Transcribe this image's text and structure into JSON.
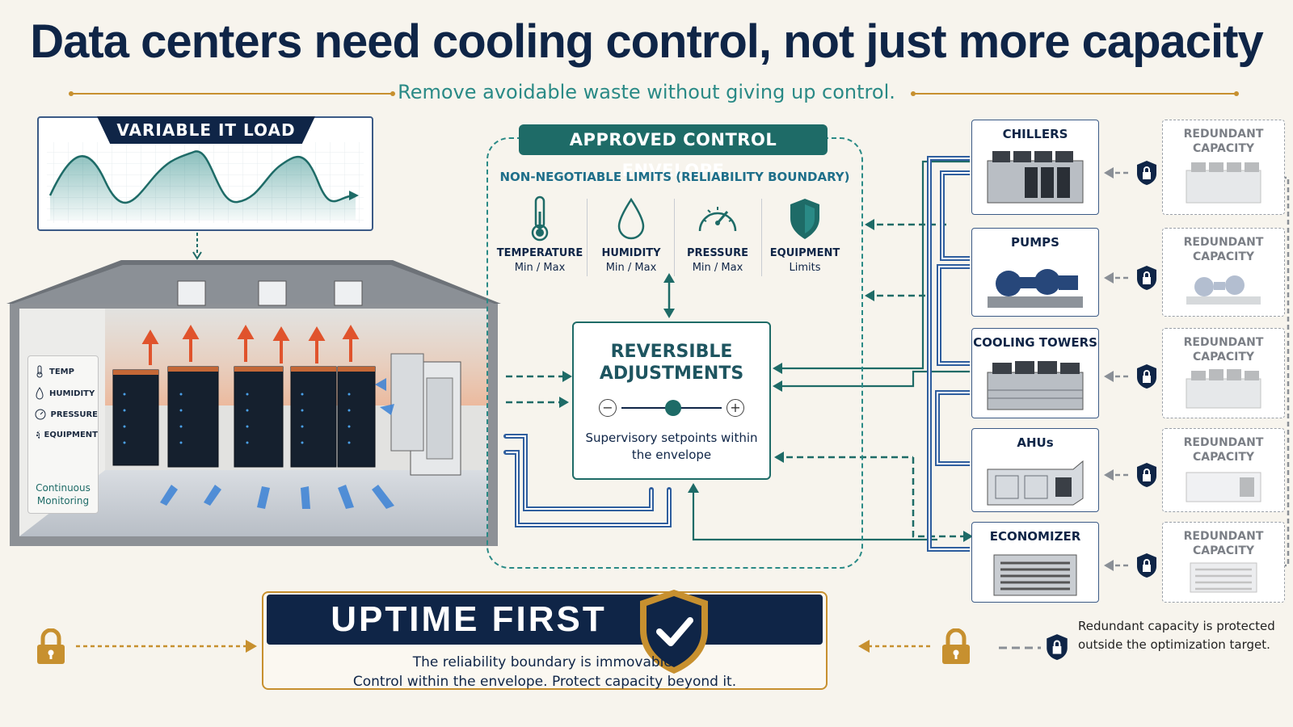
{
  "title": "Data centers need cooling control, not just more capacity",
  "subtitle": "Remove avoidable waste without giving up control.",
  "load": {
    "label": "VARIABLE IT LOAD"
  },
  "sensors": [
    {
      "label": "TEMP",
      "icon": "thermometer-icon"
    },
    {
      "label": "HUMIDITY",
      "icon": "droplet-icon"
    },
    {
      "label": "PRESSURE",
      "icon": "gauge-icon"
    },
    {
      "label": "EQUIPMENT",
      "icon": "gear-icon"
    }
  ],
  "monitoring": [
    "Continuous",
    "Monitoring"
  ],
  "envelope": {
    "label": "APPROVED CONTROL ENVELOPE",
    "limits_title": "NON-NEGOTIABLE LIMITS (RELIABILITY BOUNDARY)",
    "limits": [
      {
        "name": "TEMPERATURE",
        "sub": "Min / Max",
        "icon": "thermometer-icon"
      },
      {
        "name": "HUMIDITY",
        "sub": "Min / Max",
        "icon": "droplet-icon"
      },
      {
        "name": "PRESSURE",
        "sub": "Min / Max",
        "icon": "gauge-icon"
      },
      {
        "name": "EQUIPMENT",
        "sub": "Limits",
        "icon": "shield-icon"
      }
    ]
  },
  "reversible": {
    "title_line1": "REVERSIBLE",
    "title_line2": "ADJUSTMENTS",
    "minus": "−",
    "plus": "+",
    "sub_line1": "Supervisory setpoints within",
    "sub_line2": "the envelope"
  },
  "equipment": [
    {
      "name": "CHILLERS",
      "icon": "chiller-icon"
    },
    {
      "name": "PUMPS",
      "icon": "pump-icon"
    },
    {
      "name": "COOLING TOWERS",
      "icon": "cooling-tower-icon"
    },
    {
      "name": "AHUs",
      "icon": "ahu-icon"
    },
    {
      "name": "ECONOMIZER",
      "icon": "economizer-icon"
    }
  ],
  "redundant": {
    "line1": "REDUNDANT",
    "line2": "CAPACITY"
  },
  "uptime": {
    "title": "UPTIME FIRST",
    "line1": "The reliability boundary is immovable.",
    "line2": "Control within the envelope. Protect capacity beyond it."
  },
  "legend": {
    "line1": "Redundant capacity is protected",
    "line2": "outside the optimization target."
  },
  "colors": {
    "navy": "#0f2547",
    "teal": "#1e6b67",
    "gold": "#c7902f",
    "blue": "#2f5e9e"
  }
}
